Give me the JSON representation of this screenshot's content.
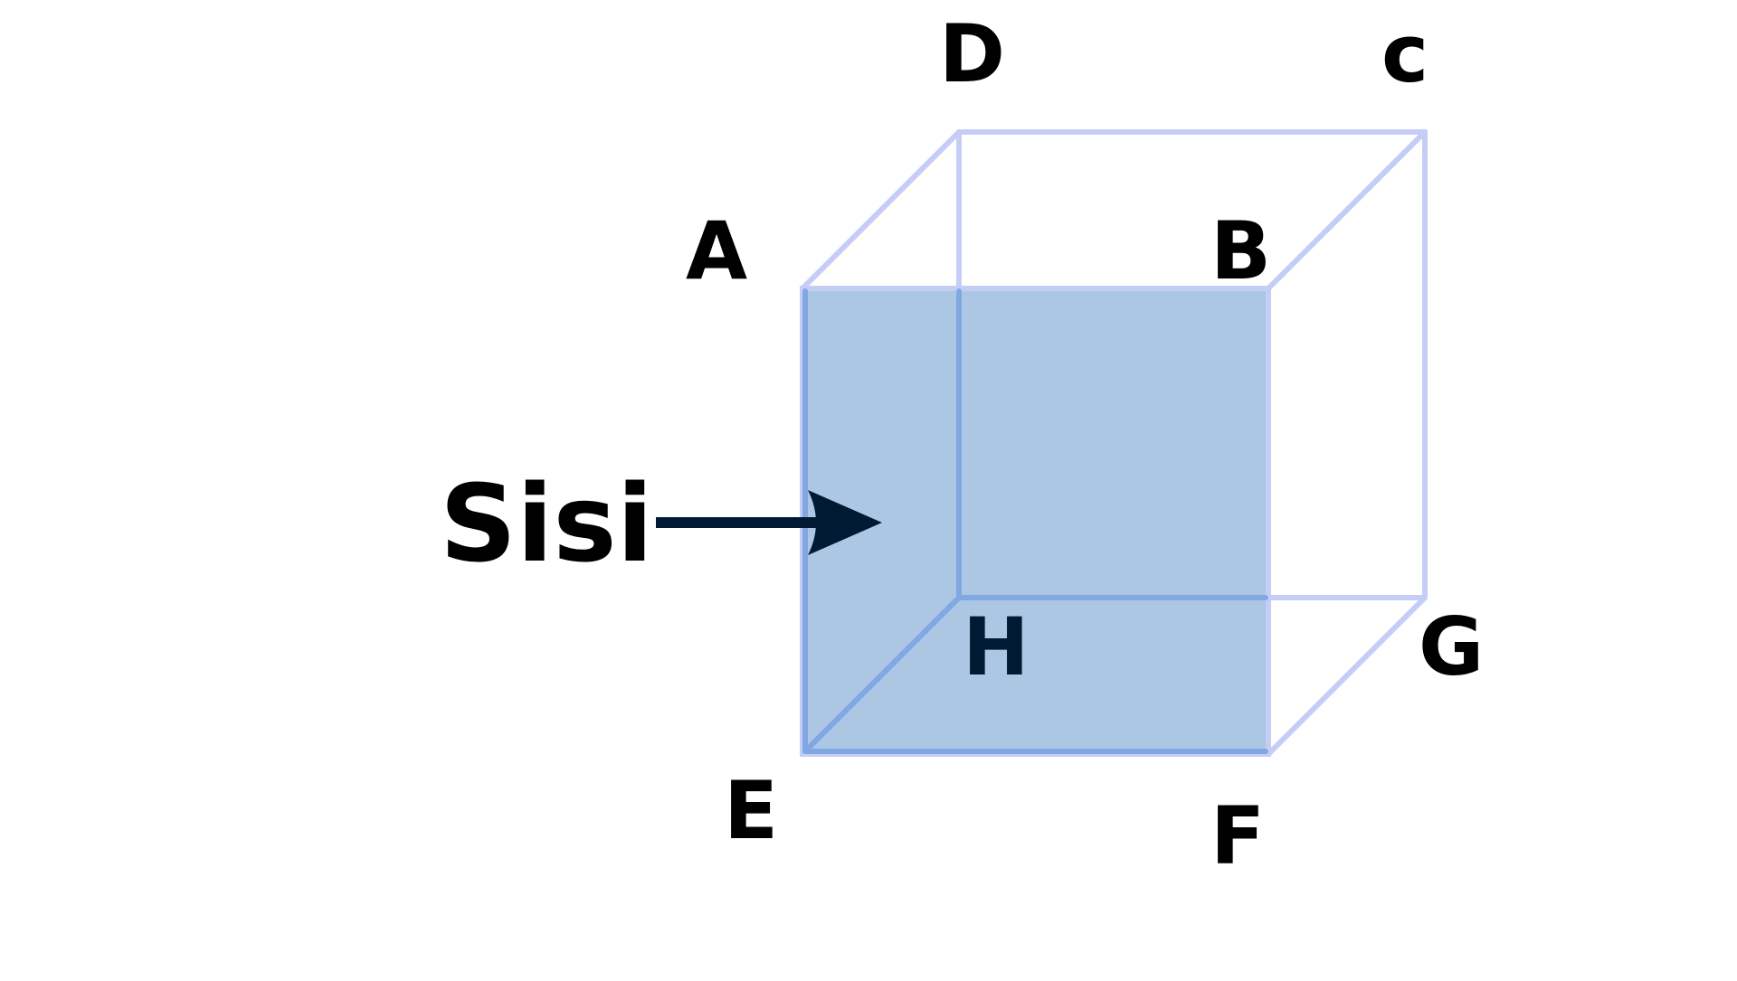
{
  "vertices": {
    "A": "A",
    "B": "B",
    "C": "c",
    "D": "D",
    "E": "E",
    "F": "F",
    "G": "G",
    "H": "H"
  },
  "side_label": "Sisi",
  "colors": {
    "edge": "#c5cdf7",
    "face_fill": "#9fbfe0",
    "face_inner_edge": "#82a8e3",
    "arrow": "#011a33",
    "text": "#000000",
    "text_on_face": "#011a33"
  }
}
